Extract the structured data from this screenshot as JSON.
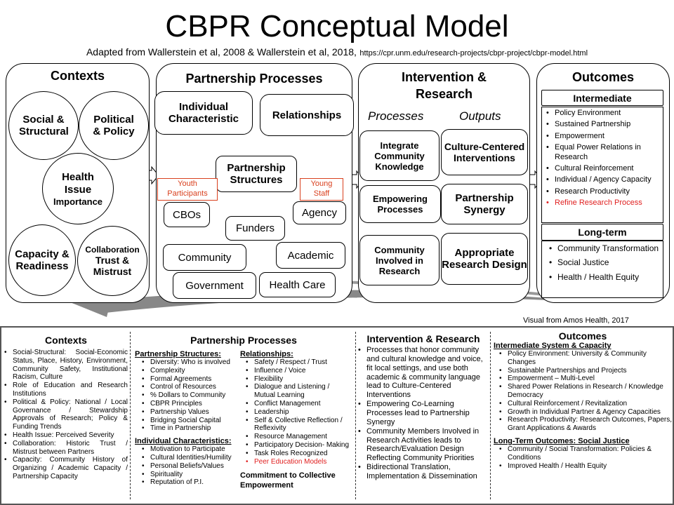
{
  "title": "CBPR Conceptual Model",
  "subtitle": "Adapted from Wallerstein et al, 2008 & Wallerstein et al, 2018,",
  "subtitle_url": "https://cpr.unm.edu/research-projects/cbpr-project/cbpr-model.html",
  "credit": "Visual from Amos Health, 2017",
  "contexts": {
    "title": "Contexts",
    "social": "Social & Structural",
    "political": "Political & Policy",
    "health_issue": "Health Issue",
    "importance": "Importance",
    "capacity": "Capacity & Readiness",
    "collaboration": "Collaboration",
    "trust": "Trust & Mistrust"
  },
  "partnership": {
    "title": "Partnership Processes",
    "individual": "Individual Characteristic",
    "relationships": "Relationships",
    "structures": "Partnership Structures",
    "youth": "Youth Participants",
    "young_staff": "Young Staff",
    "cbos": "CBOs",
    "funders": "Funders",
    "agency": "Agency",
    "community": "Community",
    "academic": "Academic",
    "government": "Government",
    "health_care": "Health Care"
  },
  "intervention": {
    "title": "Intervention & Research",
    "processes_label": "Processes",
    "outputs_label": "Outputs",
    "integrate": "Integrate Community Knowledge",
    "culture": "Culture-Centered Interventions",
    "empowering": "Empowering Processes",
    "synergy": "Partnership Synergy",
    "community_involved": "Community Involved in Research",
    "design": "Appropriate Research Design"
  },
  "outcomes": {
    "title": "Outcomes",
    "intermediate": "Intermediate",
    "intermediate_items": [
      "Policy Environment",
      "Sustained Partnership",
      "Empowerment",
      "Equal Power Relations in Research",
      "Cultural Reinforcement",
      "Individual / Agency Capacity",
      "Research Productivity"
    ],
    "intermediate_red": "Refine Research Process",
    "longterm": "Long-term",
    "longterm_items": [
      "Community Transformation",
      "Social Justice",
      "Health / Health Equity"
    ]
  },
  "bottom": {
    "contexts": {
      "title": "Contexts",
      "items": [
        "Social-Structural: Social-Economic Status, Place, History, Environment, Community Safety, Institutional Racism, Culture",
        "Role of Education and Research Institutions",
        "Political & Policy: National / Local Governance / Stewardship Approvals of Research; Policy & Funding Trends",
        "Health Issue: Perceived Severity",
        "Collaboration: Historic Trust / Mistrust between Partners",
        "Capacity: Community History of Organizing / Academic Capacity / Partnership Capacity"
      ]
    },
    "partnership": {
      "title": "Partnership Processes",
      "structures_title": "Partnership Structures:",
      "structures_items": [
        "Diversity: Who is involved",
        "Complexity",
        "Formal Agreements",
        "Control of Resources",
        "% Dollars to Community",
        "CBPR Principles",
        "Partnership Values",
        "Bridging Social Capital",
        "Time in Partnership"
      ],
      "individual_title": "Individual Characteristics:",
      "individual_items": [
        "Motivation to Participate",
        "Cultural Identities/Humility",
        "Personal Beliefs/Values",
        "Spirituality",
        "Reputation of P.I."
      ],
      "relationships_title": "Relationships:",
      "relationships_items": [
        "Safety / Respect / Trust",
        "Influence / Voice",
        "Flexibility",
        "Dialogue and Listening / Mutual Learning",
        "Conflict Management",
        "Leadership",
        "Self & Collective Reflection / Reflexivity",
        "Resource Management",
        "Participatory Decision- Making",
        "Task Roles Recognized"
      ],
      "relationships_red": "Peer Education Models",
      "commitment": "Commitment to Collective Empowerment"
    },
    "intervention": {
      "title": "Intervention & Research",
      "items": [
        "Processes that honor community and cultural knowledge and voice, fit local settings, and use both academic & community language lead to Culture-Centered Interventions",
        "Empowering Co-Learning Processes lead to Partnership Synergy",
        "Community Members Involved in Research Activities leads to Research/Evaluation Design Reflecting Community Priorities",
        "Bidirectional Translation, Implementation & Dissemination"
      ]
    },
    "outcomes": {
      "title": "Outcomes",
      "intermediate_title": "Intermediate System & Capacity",
      "intermediate_items": [
        "Policy Environment: University & Community Changes",
        "Sustainable Partnerships and Projects",
        "Empowerment – Multi-Level",
        "Shared Power Relations in Research / Knowledge Democracy",
        "Cultural Reinforcement / Revitalization",
        "Growth in Individual Partner & Agency Capacities",
        "Research Productivity: Research Outcomes, Papers, Grant Applications & Awards"
      ],
      "longterm_title": "Long-Term Outcomes: Social Justice",
      "longterm_items": [
        "Community / Social Transformation: Policies & Conditions",
        "Improved Health / Health Equity"
      ]
    }
  }
}
